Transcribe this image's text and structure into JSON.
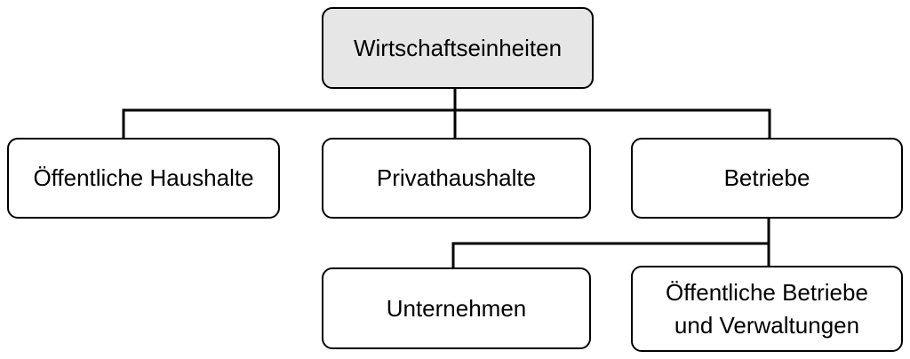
{
  "diagram": {
    "type": "tree",
    "colors": {
      "background": "#ffffff",
      "stroke": "#000000",
      "root_fill": "#e6e6e6",
      "node_fill": "#ffffff",
      "text": "#000000"
    },
    "nodes": [
      {
        "id": "wirtschaftseinheiten",
        "label": "Wirtschaftseinheiten",
        "level": 0
      },
      {
        "id": "oeffentliche-haushalte",
        "label": "Öffentliche Haushalte",
        "level": 1
      },
      {
        "id": "privathaushalte",
        "label": "Privathaushalte",
        "level": 1
      },
      {
        "id": "betriebe",
        "label": "Betriebe",
        "level": 1
      },
      {
        "id": "unternehmen",
        "label": "Unternehmen",
        "level": 2
      },
      {
        "id": "oeffentliche-betriebe-und-verwaltungen",
        "label": "Öffentliche Betriebe\nund Verwaltungen",
        "level": 2
      }
    ],
    "edges": [
      {
        "from": "wirtschaftseinheiten",
        "to": "oeffentliche-haushalte"
      },
      {
        "from": "wirtschaftseinheiten",
        "to": "privathaushalte"
      },
      {
        "from": "wirtschaftseinheiten",
        "to": "betriebe"
      },
      {
        "from": "betriebe",
        "to": "unternehmen"
      },
      {
        "from": "betriebe",
        "to": "oeffentliche-betriebe-und-verwaltungen"
      }
    ]
  }
}
